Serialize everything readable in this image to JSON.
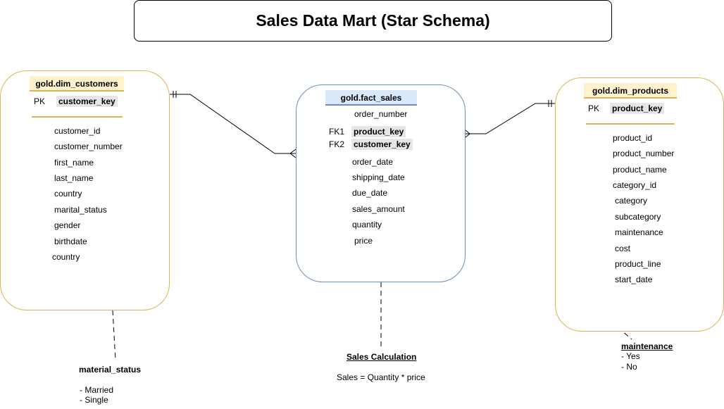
{
  "title": "Sales Data Mart (Star Schema)",
  "dim_customers": {
    "name": "gold.dim_customers",
    "pk_label": "PK",
    "pk_field": "customer_key",
    "fields": [
      "customer_id",
      "customer_number",
      "first_name",
      "last_name",
      "country",
      "marital_status",
      "gender",
      "birthdate",
      "country"
    ]
  },
  "fact_sales": {
    "name": "gold.fact_sales",
    "order_number": "order_number",
    "fk1_label": "FK1",
    "fk1_field": "product_key",
    "fk2_label": "FK2",
    "fk2_field": "customer_key",
    "fields": [
      "order_date",
      "shipping_date",
      "due_date",
      "sales_amount",
      "quantity",
      "price"
    ]
  },
  "dim_products": {
    "name": "gold.dim_products",
    "pk_label": "PK",
    "pk_field": "product_key",
    "fields": [
      "product_id",
      "product_number",
      "product_name",
      "category_id",
      "category",
      "subcategory",
      "maintenance",
      "cost",
      "product_line",
      "start_date"
    ]
  },
  "notes": {
    "material": {
      "title": "material_status",
      "items": [
        "- Married",
        "- Single"
      ]
    },
    "sales": {
      "title": "Sales Calculation",
      "formula": "Sales = Quantity * price"
    },
    "maintenance": {
      "title": "maintenance",
      "items": [
        "- Yes",
        "- No"
      ]
    }
  },
  "colors": {
    "yellow_fill": "#fff2cc",
    "yellow_stroke": "#d6b656",
    "blue_fill": "#dae8fc",
    "blue_stroke": "#6c8ebf"
  }
}
